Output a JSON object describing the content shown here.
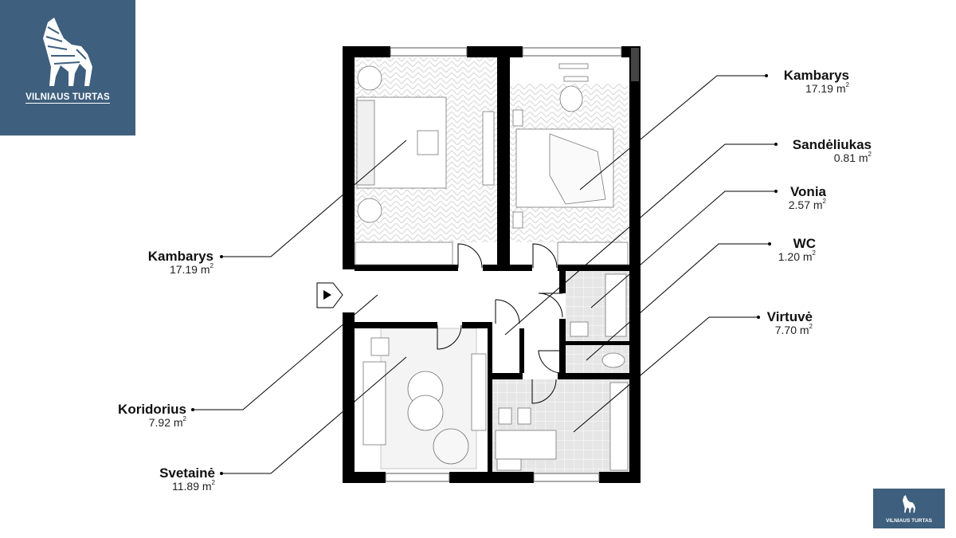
{
  "brand": {
    "name": "VILNIAUS TURTAS",
    "color": "#3e5f7d",
    "logo_icon": "wolf-icon"
  },
  "rooms": [
    {
      "name": "Kambarys",
      "area": "17.19",
      "unit": "m",
      "unit_sup": "2"
    },
    {
      "name": "Sandėliukas",
      "area": "0.81",
      "unit": "m",
      "unit_sup": "2"
    },
    {
      "name": "Vonia",
      "area": "2.57",
      "unit": "m",
      "unit_sup": "2"
    },
    {
      "name": "WC",
      "area": "1.20",
      "unit": "m",
      "unit_sup": "2"
    },
    {
      "name": "Virtuvė",
      "area": "7.70",
      "unit": "m",
      "unit_sup": "2"
    },
    {
      "name": "Kambarys",
      "area": "17.19",
      "unit": "m",
      "unit_sup": "2"
    },
    {
      "name": "Koridorius",
      "area": "7.92",
      "unit": "m",
      "unit_sup": "2"
    },
    {
      "name": "Svetainė",
      "area": "11.89",
      "unit": "m",
      "unit_sup": "2"
    }
  ],
  "colors": {
    "wall": "#000000",
    "floor_pattern": "#e4e4e4",
    "tile": "#dcdcdc"
  }
}
